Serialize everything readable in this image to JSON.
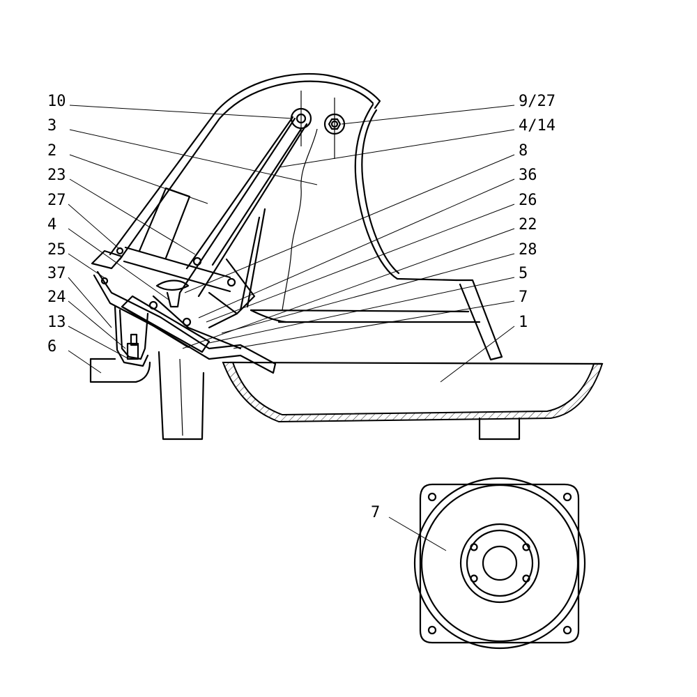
{
  "callouts_left": [
    {
      "id": "10",
      "label": "10"
    },
    {
      "id": "3",
      "label": "3"
    },
    {
      "id": "2",
      "label": "2"
    },
    {
      "id": "23",
      "label": "23"
    },
    {
      "id": "27",
      "label": "27"
    },
    {
      "id": "4",
      "label": "4"
    },
    {
      "id": "25",
      "label": "25"
    },
    {
      "id": "37",
      "label": "37"
    },
    {
      "id": "24",
      "label": "24"
    },
    {
      "id": "13",
      "label": "13"
    },
    {
      "id": "6",
      "label": "6"
    }
  ],
  "callouts_right": [
    {
      "id": "9-27",
      "label": "9/27"
    },
    {
      "id": "4-14",
      "label": "4/14"
    },
    {
      "id": "8",
      "label": "8"
    },
    {
      "id": "36",
      "label": "36"
    },
    {
      "id": "26",
      "label": "26"
    },
    {
      "id": "22",
      "label": "22"
    },
    {
      "id": "28",
      "label": "28"
    },
    {
      "id": "5",
      "label": "5"
    },
    {
      "id": "7",
      "label": "7"
    },
    {
      "id": "1",
      "label": "1"
    }
  ],
  "detail_view": {
    "label": "7"
  }
}
